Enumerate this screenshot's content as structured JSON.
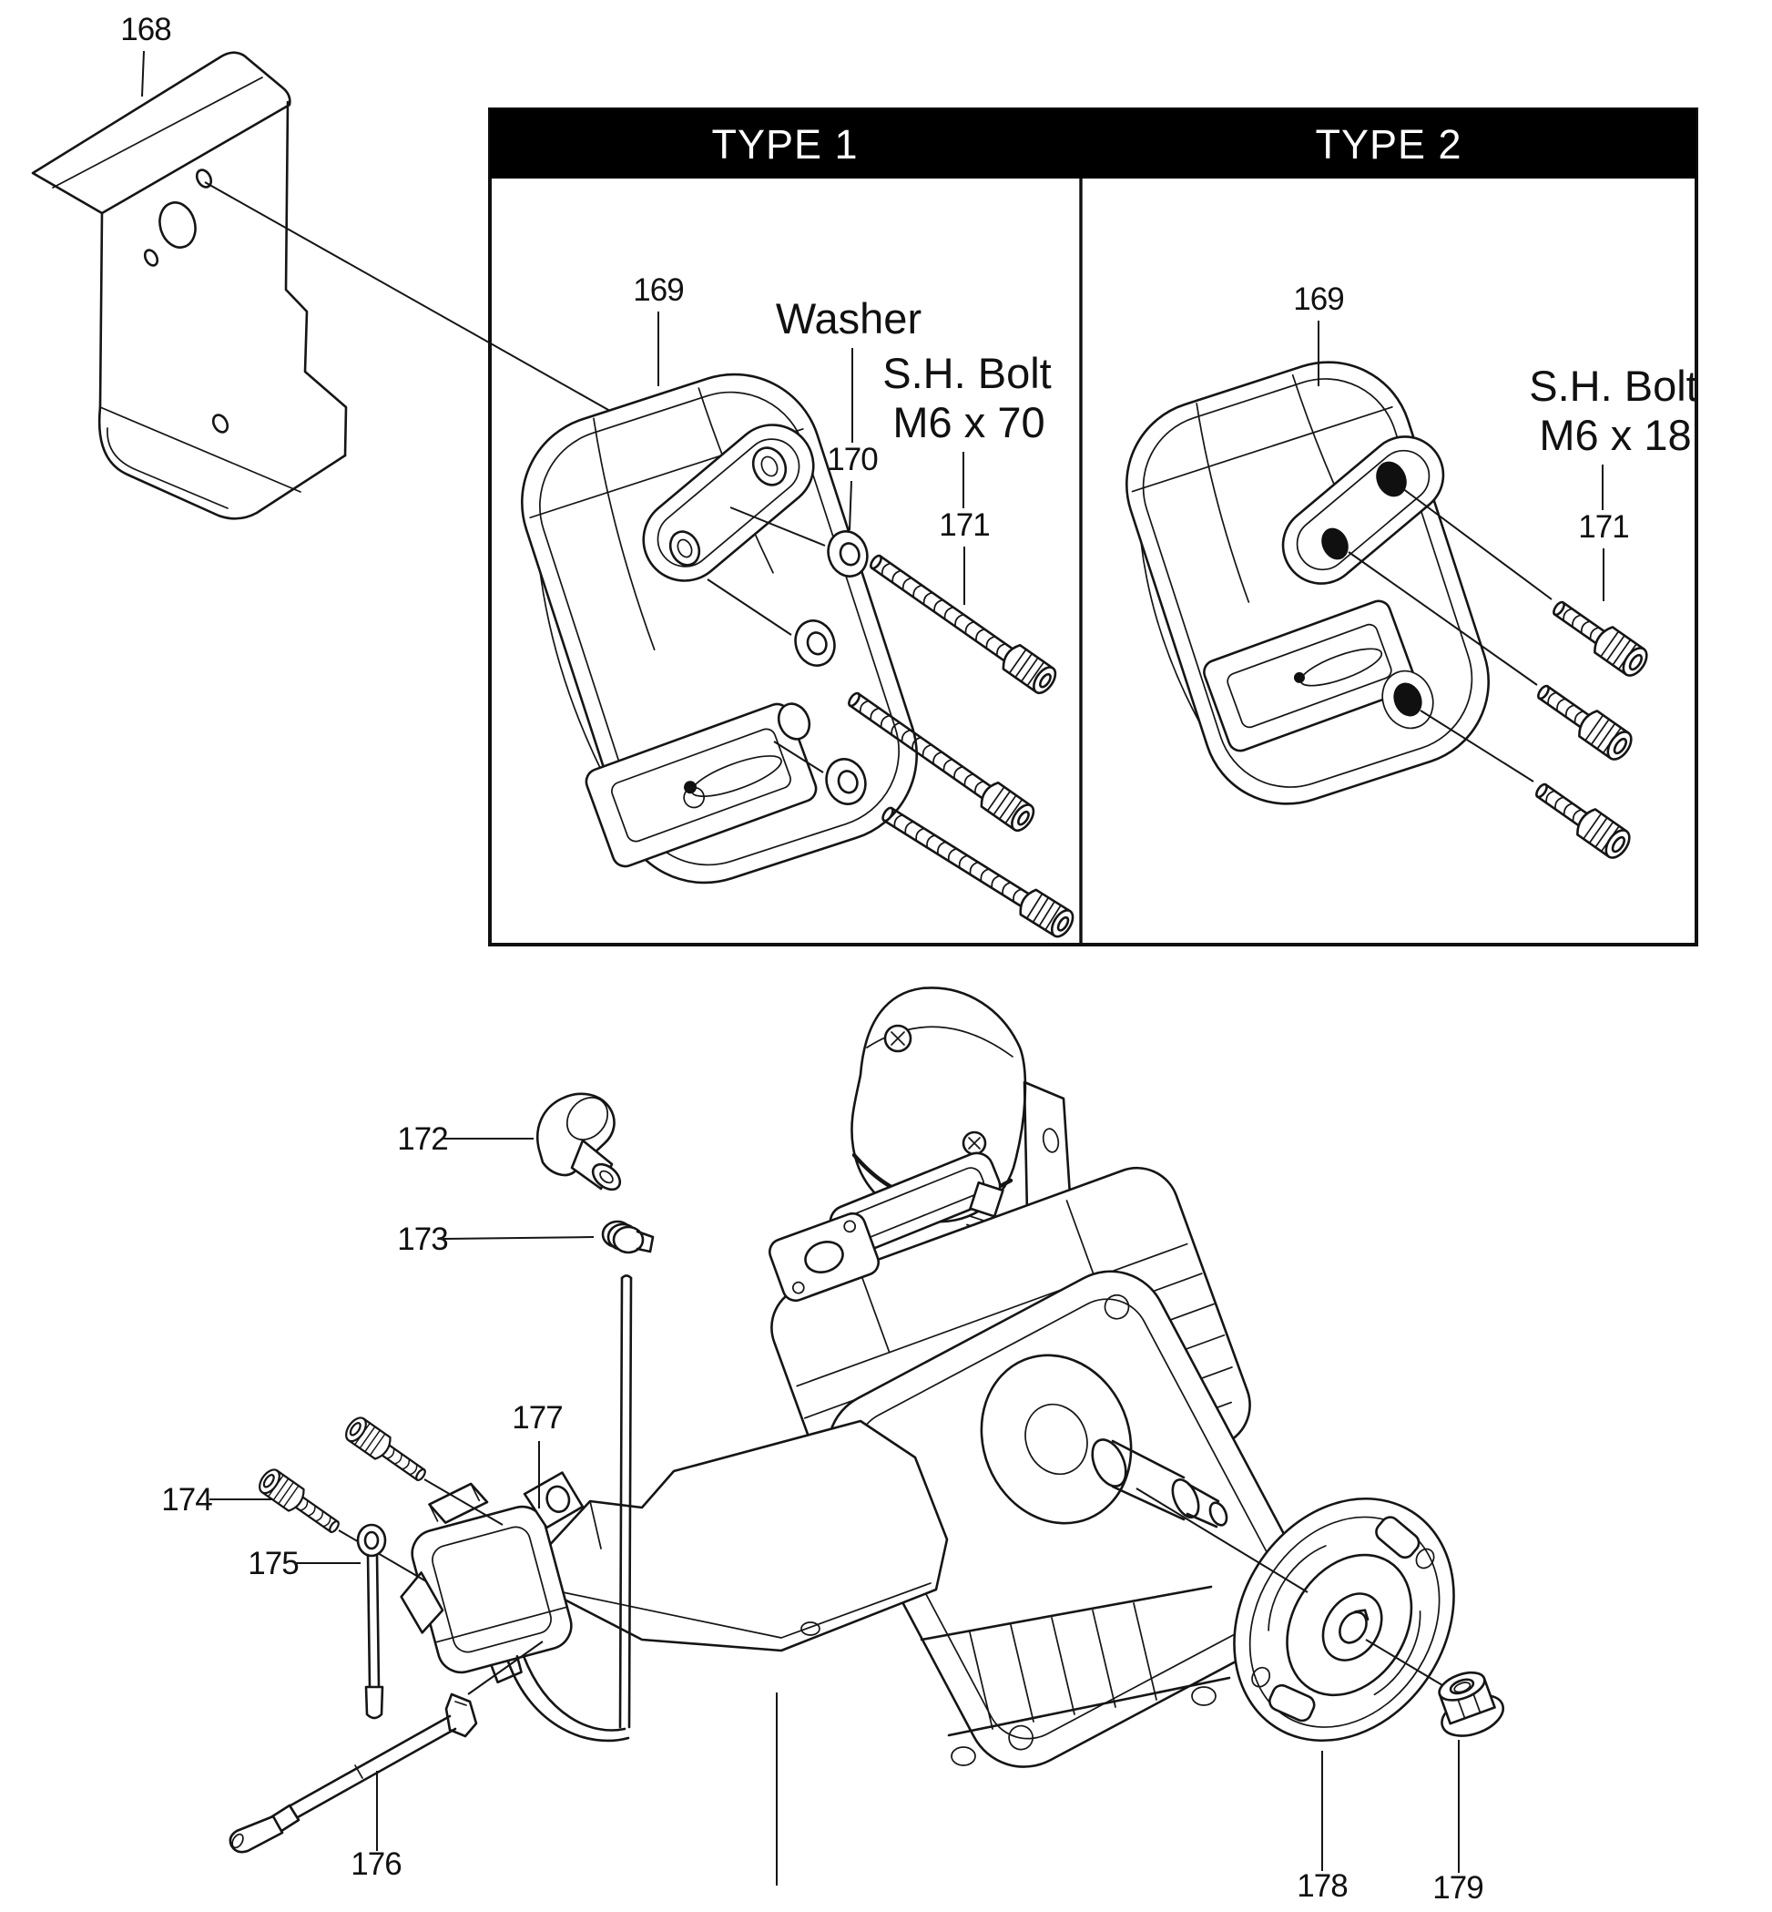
{
  "diagram": {
    "background": "#ffffff",
    "line_color": "#151515",
    "panel": {
      "header_bg": "#000000",
      "header_fg": "#ffffff",
      "type1_label": "TYPE 1",
      "type2_label": "TYPE 2"
    },
    "annotations": {
      "washer_label": "Washer",
      "sh_bolt_label_t1": "S.H. Bolt",
      "sh_bolt_size_t1": "M6 x 70",
      "sh_bolt_label_t2": "S.H. Bolt",
      "sh_bolt_size_t2": "M6 x 18"
    },
    "part_numbers": {
      "bracket": "168",
      "muffler_t1": "169",
      "muffler_t2": "169",
      "washer": "170",
      "bolt_t1": "171",
      "bolt_t2": "171",
      "plug_cap": "172",
      "spring": "173",
      "coil_bolt": "174",
      "ground_rod": "175",
      "lead_wire": "176",
      "ignition_coil": "177",
      "flywheel": "178",
      "flange_nut": "179"
    }
  }
}
